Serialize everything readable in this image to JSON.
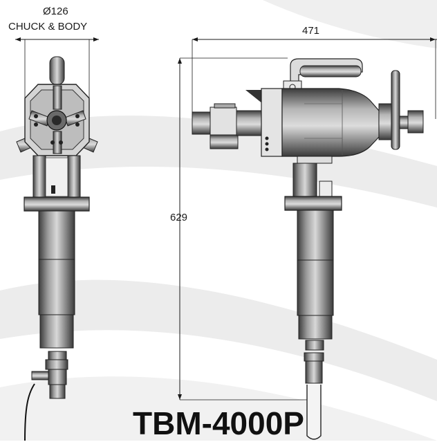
{
  "diagram": {
    "model_title": "TBM-4000P",
    "chuck_diameter_label": "Ø126",
    "chuck_caption": "CHUCK & BODY",
    "width_label": "471",
    "height_label": "629"
  },
  "colors": {
    "background_swoosh": "#ececec",
    "line": "#1a1a1a",
    "machine_dark": "#4a4a4a",
    "machine_mid": "#8a8a8a",
    "machine_light": "#cfcfcf"
  }
}
